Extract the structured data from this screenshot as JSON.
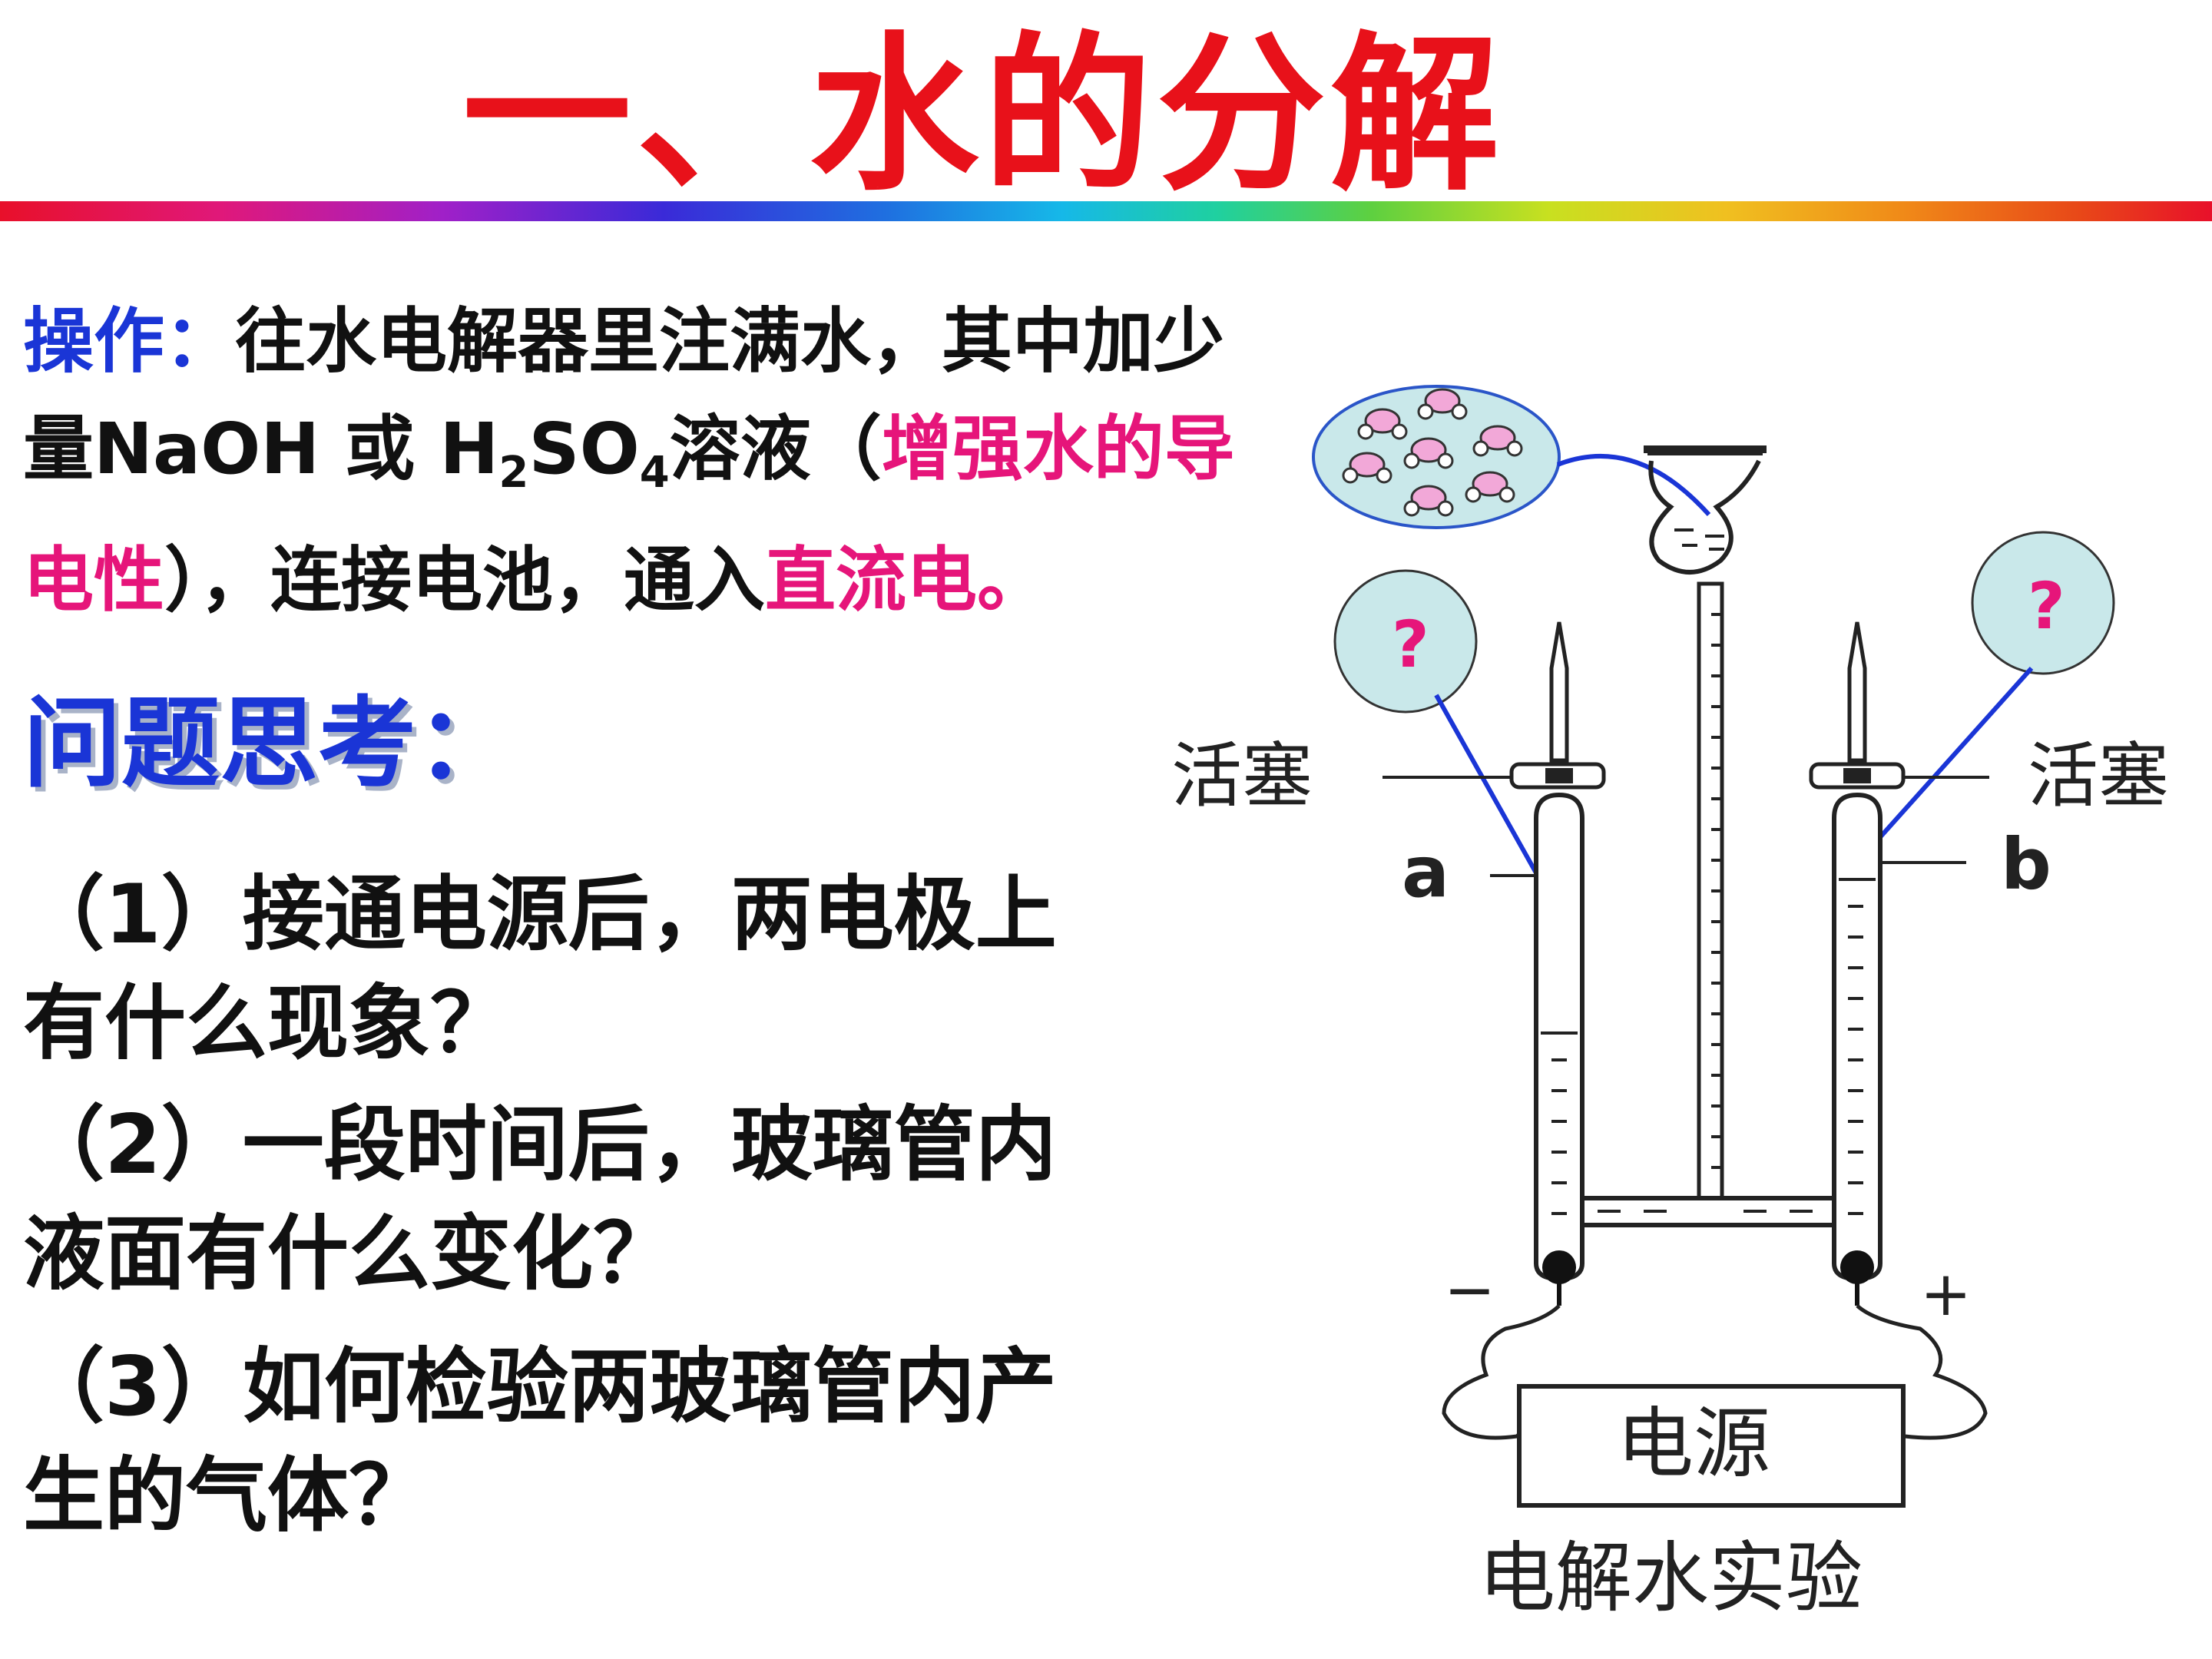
{
  "title": "一、水的分解",
  "operation": {
    "label": "操作：",
    "text1": "往水电解器里注满水，其中加少量NaOH 或 H",
    "sub2": "2",
    "so": "SO",
    "sub4": "4",
    "text2": "溶液（",
    "highlight1": "增强水的导电性",
    "text3": "），连接电池，通入",
    "highlight2": "直流电。"
  },
  "questions": {
    "heading": "问题思考：",
    "q1": "（1）接通电源后，两电极上有什么现象？",
    "q2": "（2）一段时间后，玻璃管内液面有什么变化？",
    "q3": "（3）如何检验两玻璃管内产生的气体？"
  },
  "diagram": {
    "stopcock_left": "活塞",
    "stopcock_right": "活塞",
    "tube_a": "a",
    "tube_b": "b",
    "bubble_left": "?",
    "bubble_right": "?",
    "minus": "−",
    "plus": "+",
    "power": "电源",
    "caption": "电解水实验"
  },
  "colors": {
    "title": "#e8111a",
    "label_blue": "#1a35d6",
    "highlight_pink": "#e6157a",
    "bubble_fill": "#c9e8ea",
    "molecule_pink": "#f2a8d8"
  }
}
